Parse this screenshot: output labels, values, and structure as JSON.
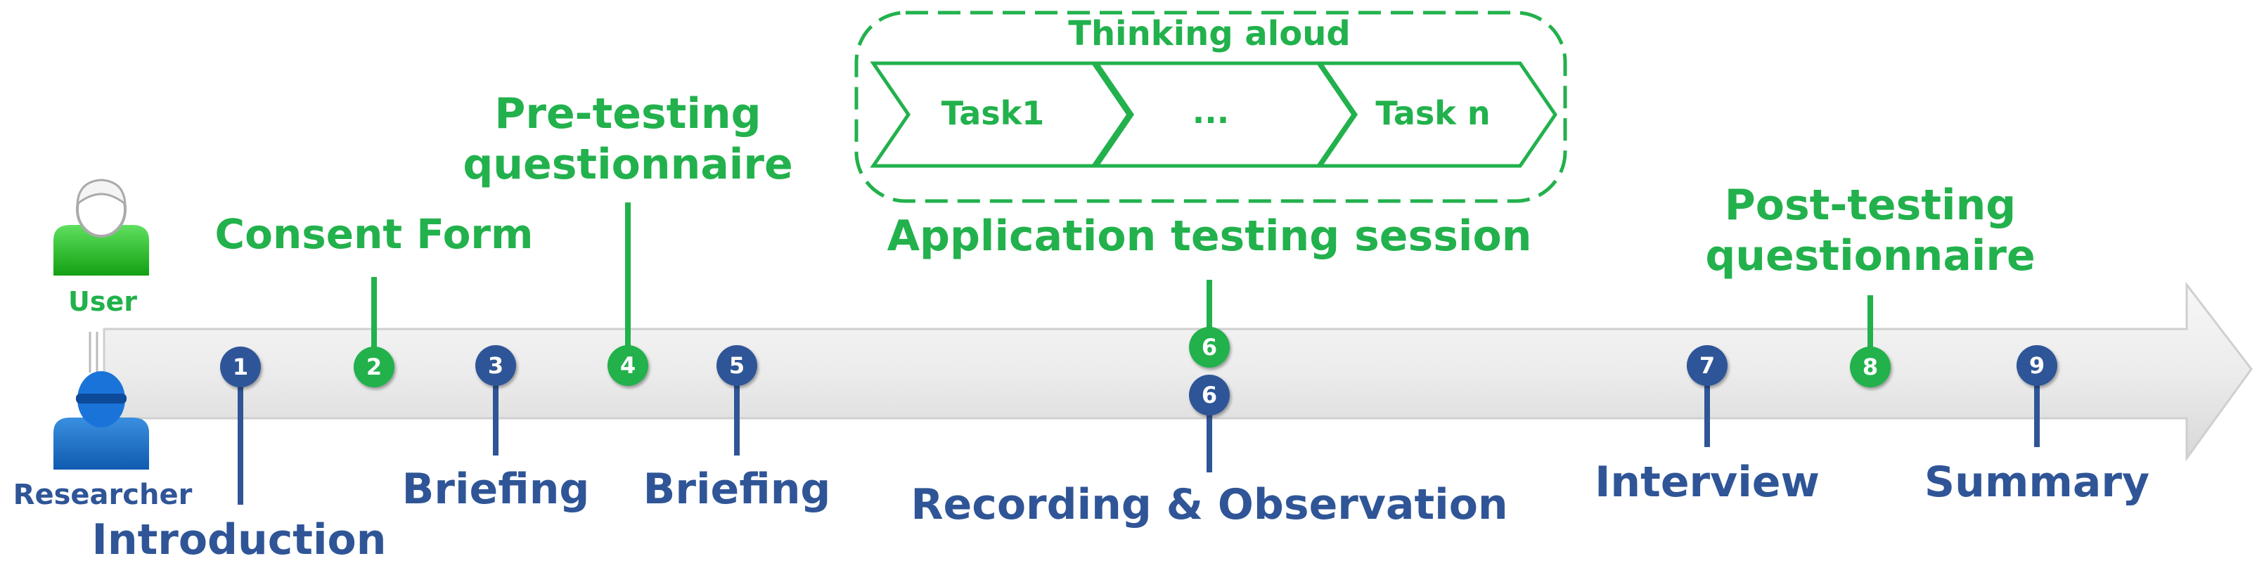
{
  "colors": {
    "green": "#22b14c",
    "blue": "#2f5597",
    "arrow_fill": "#eeeeee",
    "arrow_stroke": "#cfcfcf"
  },
  "actors": {
    "user_label": "User",
    "researcher_label": "Researcher"
  },
  "thinking_aloud": {
    "title": "Thinking aloud",
    "tasks": [
      "Task1",
      "...",
      "Task n"
    ]
  },
  "steps": [
    {
      "number": "1",
      "label": "Introduction",
      "actor": "researcher"
    },
    {
      "number": "2",
      "label": "Consent Form",
      "actor": "user"
    },
    {
      "number": "3",
      "label": "Briefing",
      "actor": "researcher"
    },
    {
      "number": "4",
      "label": "Pre-testing\nquestionnaire",
      "actor": "user"
    },
    {
      "number": "5",
      "label": "Briefing",
      "actor": "researcher"
    },
    {
      "number": "6",
      "label": "Application testing session",
      "actor": "user"
    },
    {
      "number": "6",
      "label": "Recording & Observation",
      "actor": "researcher"
    },
    {
      "number": "7",
      "label": "Interview",
      "actor": "researcher"
    },
    {
      "number": "8",
      "label": "Post-testing\nquestionnaire",
      "actor": "user"
    },
    {
      "number": "9",
      "label": "Summary",
      "actor": "researcher"
    }
  ]
}
